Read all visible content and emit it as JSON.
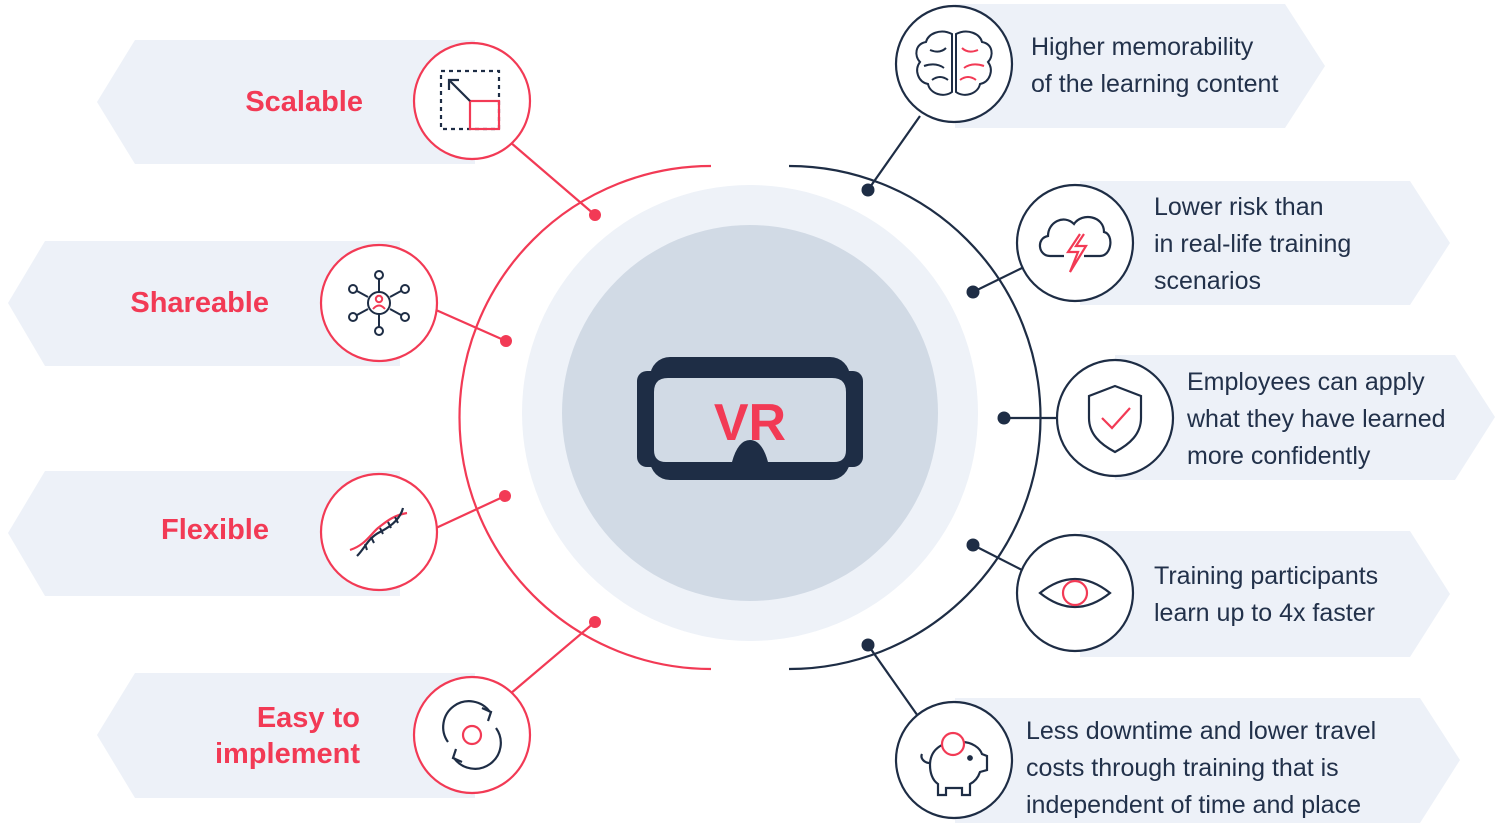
{
  "colors": {
    "accent": "#f23a55",
    "dark": "#1e2d45",
    "panel": "#edf1f8",
    "ring_outer": "#eef2f8",
    "ring_inner": "#d1dae5"
  },
  "center": {
    "text": "VR",
    "icon": "vr-headset-icon"
  },
  "left_items": [
    {
      "lines": [
        "Scalable"
      ],
      "icon": "resize-icon"
    },
    {
      "lines": [
        "Shareable"
      ],
      "icon": "network-share-icon"
    },
    {
      "lines": [
        "Flexible"
      ],
      "icon": "dna-icon"
    },
    {
      "lines": [
        "Easy to",
        "implement"
      ],
      "icon": "refresh-cycle-icon"
    }
  ],
  "right_items": [
    {
      "lines": [
        "Higher memorability",
        "of the learning content"
      ],
      "icon": "brain-icon"
    },
    {
      "lines": [
        "Lower risk than",
        "in real-life training",
        "scenarios"
      ],
      "icon": "storm-cloud-icon"
    },
    {
      "lines": [
        "Employees can apply",
        "what they have learned",
        "more confidently"
      ],
      "icon": "shield-check-icon"
    },
    {
      "lines": [
        "Training participants",
        "learn up to 4x faster"
      ],
      "icon": "eye-icon"
    },
    {
      "lines": [
        "Less downtime and lower travel",
        "costs through training that is",
        "independent of time and place"
      ],
      "icon": "piggy-bank-icon"
    }
  ]
}
